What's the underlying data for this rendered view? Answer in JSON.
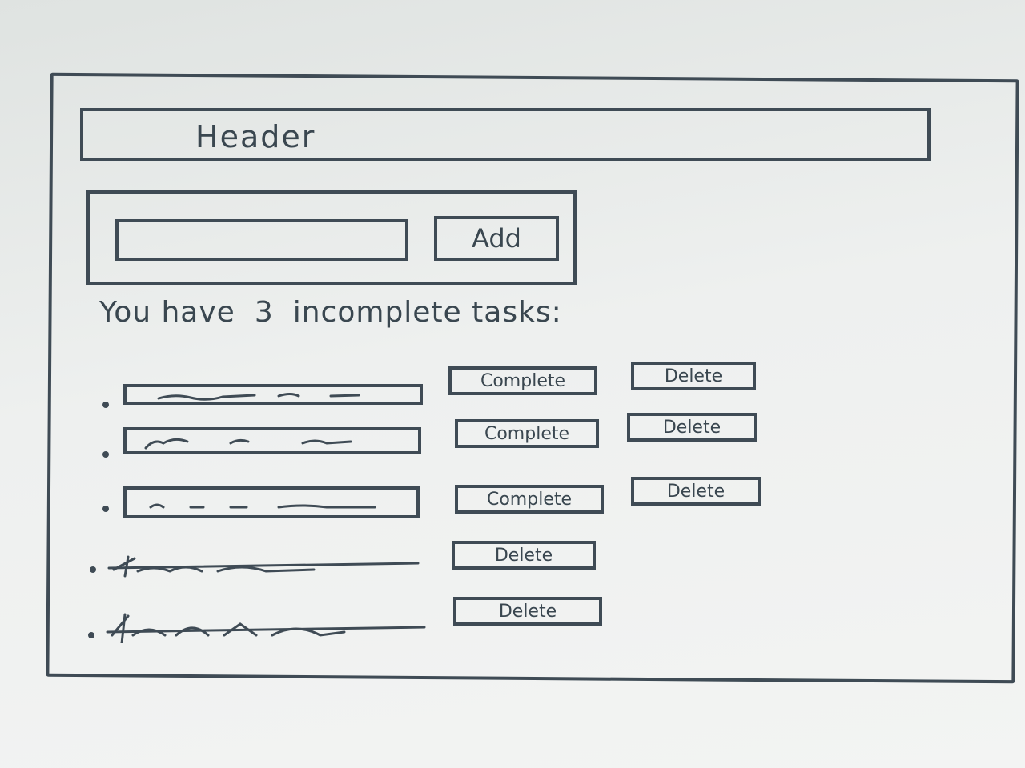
{
  "header": {
    "title": "Header"
  },
  "add_form": {
    "button_label": "Add"
  },
  "summary": {
    "prefix": "You have",
    "count": "3",
    "suffix": "incomplete tasks:"
  },
  "tasks": {
    "incomplete": [
      {
        "complete_label": "Complete",
        "delete_label": "Delete"
      },
      {
        "complete_label": "Complete",
        "delete_label": "Delete"
      },
      {
        "complete_label": "Complete",
        "delete_label": "Delete"
      }
    ],
    "completed": [
      {
        "delete_label": "Delete"
      },
      {
        "delete_label": "Delete"
      }
    ]
  },
  "colors": {
    "ink": "#3f4b55",
    "paper": "#eef0ef"
  }
}
